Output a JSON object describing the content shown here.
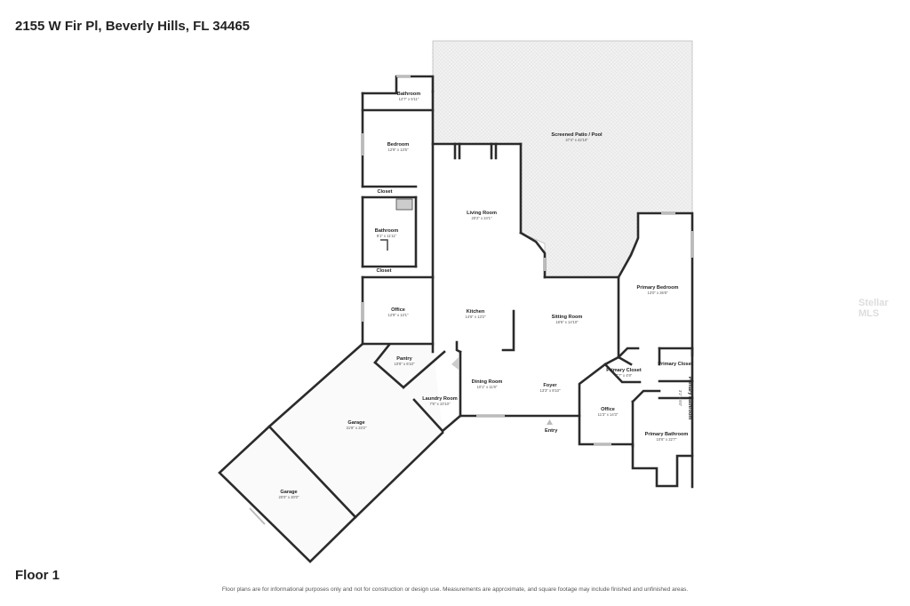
{
  "header": {
    "address": "2155 W Fir Pl, Beverly Hills, FL 34465"
  },
  "footer": {
    "floor_label": "Floor 1",
    "disclaimer": "Floor plans are for informational purposes only and not for construction or design use. Measurements are approximate, and square footage may include finished and unfinished areas."
  },
  "watermark": "Stellar MLS",
  "entry_label": "Entry",
  "rooms": [
    {
      "name": "Bathroom",
      "dims": "12'7\" x 5'11\""
    },
    {
      "name": "Screened Patio / Pool",
      "dims": "47'4\" x 42'10\""
    },
    {
      "name": "Bedroom",
      "dims": "12'9\" x 13'5\""
    },
    {
      "name": "Closet",
      "dims": ""
    },
    {
      "name": "Living Room",
      "dims": "20'2\" x 24'1\""
    },
    {
      "name": "Bathroom",
      "dims": "8'1\" x 11'11\""
    },
    {
      "name": "Closet",
      "dims": ""
    },
    {
      "name": "Primary Bedroom",
      "dims": "13'0\" x 26'8\""
    },
    {
      "name": "Office",
      "dims": "12'9\" x 13'1\""
    },
    {
      "name": "Kitchen",
      "dims": "14'6\" x 13'2\""
    },
    {
      "name": "Sitting Room",
      "dims": "18'6\" x 14'10\""
    },
    {
      "name": "Pantry",
      "dims": "10'8\" x 6'10\""
    },
    {
      "name": "Primary Closet",
      "dims": ""
    },
    {
      "name": "Primary Closet",
      "dims": "7'7\" x 4'9\""
    },
    {
      "name": "Primary Bathroom",
      "dims": "3'1\" x 5'5\""
    },
    {
      "name": "Dining Room",
      "dims": "10'1\" x 11'8\""
    },
    {
      "name": "Foyer",
      "dims": "13'3\" x 8'10\""
    },
    {
      "name": "Laundry Room",
      "dims": "7'6\" x 10'10\""
    },
    {
      "name": "Office",
      "dims": "11'3\" x 14'3\""
    },
    {
      "name": "Garage",
      "dims": "31'8\" x 23'2\""
    },
    {
      "name": "Primary Bathroom",
      "dims": "10'6\" x 22'7\""
    },
    {
      "name": "Garage",
      "dims": "20'0\" x 20'0\""
    }
  ]
}
